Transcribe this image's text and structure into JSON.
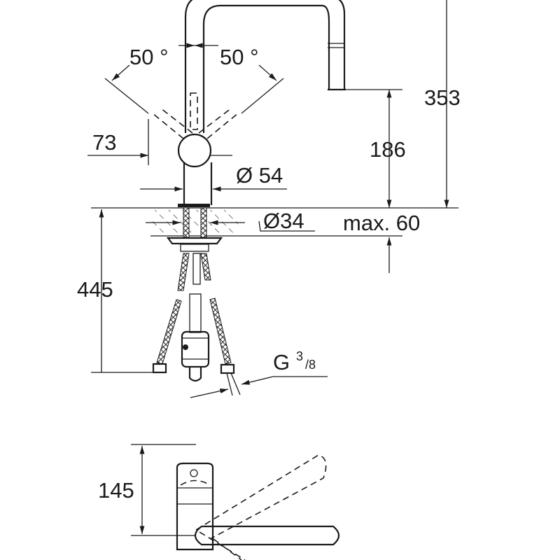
{
  "dimensions": {
    "total_height": "353",
    "spout_height": "186",
    "max_deck_thickness": "max. 60",
    "hose_length": "445",
    "lever_offset": "73",
    "swivel_left": "50 °",
    "swivel_right": "50 °",
    "body_diameter": "Ø 54",
    "hole_diameter": "Ø34",
    "connection_thread": "G",
    "connection_thread_num": "3",
    "connection_thread_den": "/8",
    "top_view_depth": "145"
  }
}
